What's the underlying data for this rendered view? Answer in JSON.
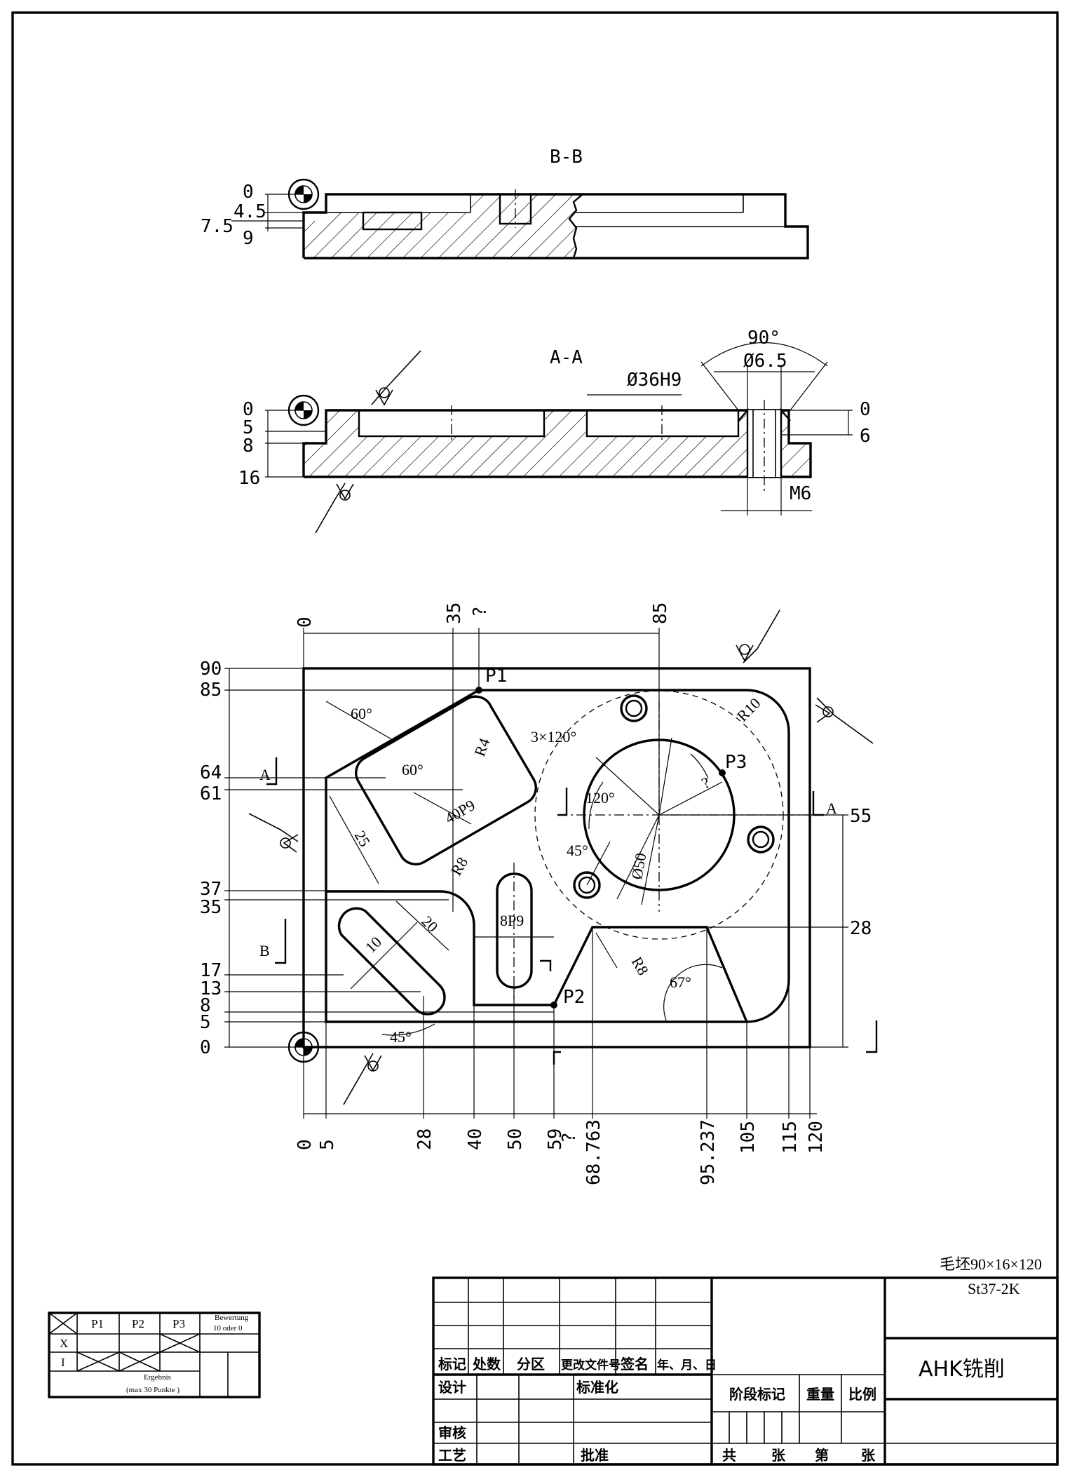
{
  "views": {
    "bb": {
      "title": "B-B",
      "dims": [
        "0",
        "4.5",
        "7.5",
        "9"
      ]
    },
    "aa": {
      "title": "A-A",
      "dims_left": [
        "0",
        "5",
        "8",
        "16"
      ],
      "dims_right": [
        "0",
        "6"
      ],
      "bore": "Ø36H9",
      "angle": "90°",
      "hole": "Ø6.5",
      "thread": "M6"
    }
  },
  "plan": {
    "top_dims": [
      "0",
      "35",
      "?",
      "85"
    ],
    "left_dims": [
      "90",
      "85",
      "64",
      "61",
      "37",
      "35",
      "17",
      "13",
      "8",
      "5",
      "0"
    ],
    "right_dims": [
      "55",
      "28"
    ],
    "bottom_dims": [
      "0",
      "5",
      "28",
      "40",
      "50",
      "59",
      "?",
      "68.763",
      "95.237",
      "105",
      "115",
      "120"
    ],
    "points": [
      "P1",
      "P2",
      "P3"
    ],
    "section_marks": [
      "A",
      "A",
      "B"
    ],
    "labels": {
      "ang60a": "60°",
      "ang60b": "60°",
      "r4": "R4",
      "slot": "40P9",
      "w25": "25",
      "r8a": "R8",
      "w20": "20",
      "w10": "10",
      "ang45a": "45°",
      "slot8": "8P9",
      "pattern": "3×120°",
      "r10": "R10",
      "q": "?",
      "ang120": "120°",
      "ang45b": "45°",
      "d50": "Ø50",
      "r8b": "R8",
      "ang67": "67°"
    }
  },
  "blank": {
    "size": "毛坯90×16×120",
    "material": "St37-2K"
  },
  "score_table": {
    "headers": [
      "P1",
      "P2",
      "P3"
    ],
    "bewertung": "Bewertung",
    "bewertung_sub": "10 oder 0",
    "rows": [
      "X",
      "I"
    ],
    "ergebnis": "Ergebnis",
    "ergebnis_sub": "(max 30 Punkte  )"
  },
  "title_block": {
    "rev_headers": [
      "标记",
      "处数",
      "分区",
      "更改文件号",
      "签名",
      "年、月、日"
    ],
    "design": "设计",
    "standard": "标准化",
    "review": "审核",
    "process": "工艺",
    "approve": "批准",
    "stage": "阶段标记",
    "weight": "重量",
    "scale": "比例",
    "sheets": [
      "共",
      "张",
      "第",
      "张"
    ],
    "name": "AHK铣削"
  }
}
